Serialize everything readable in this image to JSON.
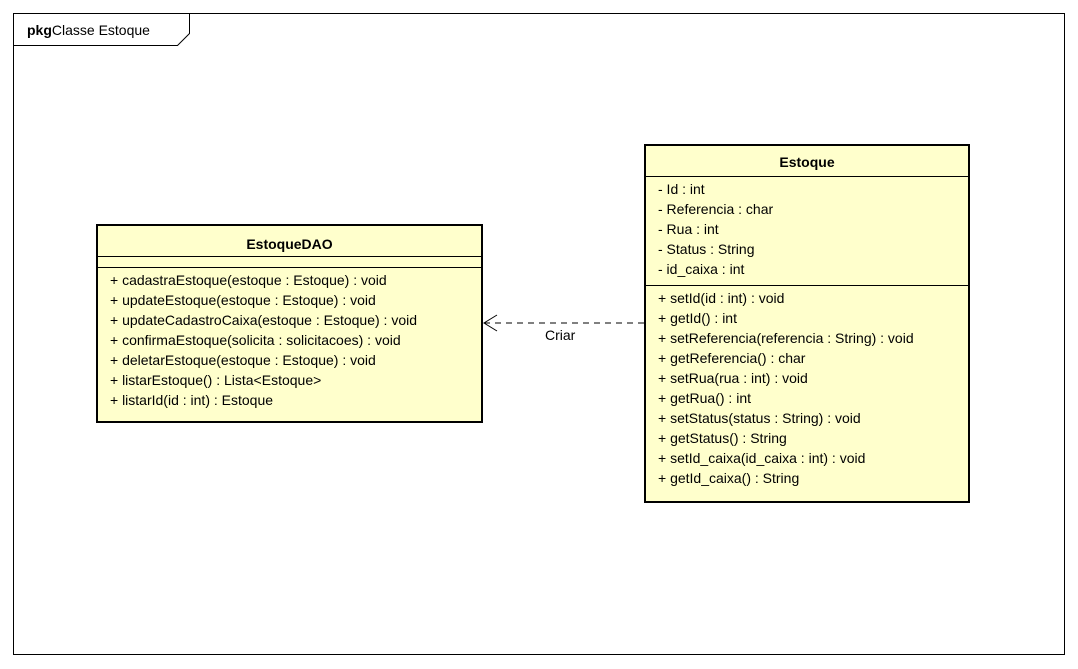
{
  "package": {
    "keyword": "pkg",
    "name": "Classe Estoque"
  },
  "classes": {
    "dao": {
      "name": "EstoqueDAO",
      "attributes": [],
      "operations": [
        "+ cadastraEstoque(estoque : Estoque) : void",
        "+ updateEstoque(estoque : Estoque) : void",
        "+ updateCadastroCaixa(estoque : Estoque) : void",
        "+ confirmaEstoque(solicita : solicitacoes) : void",
        "+ deletarEstoque(estoque : Estoque) : void",
        "+ listarEstoque() : Lista<Estoque>",
        "+ listarId(id : int) : Estoque"
      ]
    },
    "estoque": {
      "name": "Estoque",
      "attributes": [
        "- Id : int",
        "- Referencia : char",
        "- Rua : int",
        "- Status : String",
        "- id_caixa : int"
      ],
      "operations": [
        "+ setId(id : int) : void",
        "+ getId() : int",
        "+ setReferencia(referencia : String) : void",
        "+ getReferencia() : char",
        "+ setRua(rua : int) : void",
        "+ getRua() : int",
        "+ setStatus(status : String) : void",
        "+ getStatus() : String",
        "+ setId_caixa(id_caixa : int) : void",
        "+ getId_caixa() : String"
      ]
    }
  },
  "relationship": {
    "type": "dependency",
    "label": "Criar",
    "from": "Estoque",
    "to": "EstoqueDAO"
  },
  "colors": {
    "class_fill": "#ffffcc",
    "line": "#000000",
    "background": "#ffffff"
  }
}
